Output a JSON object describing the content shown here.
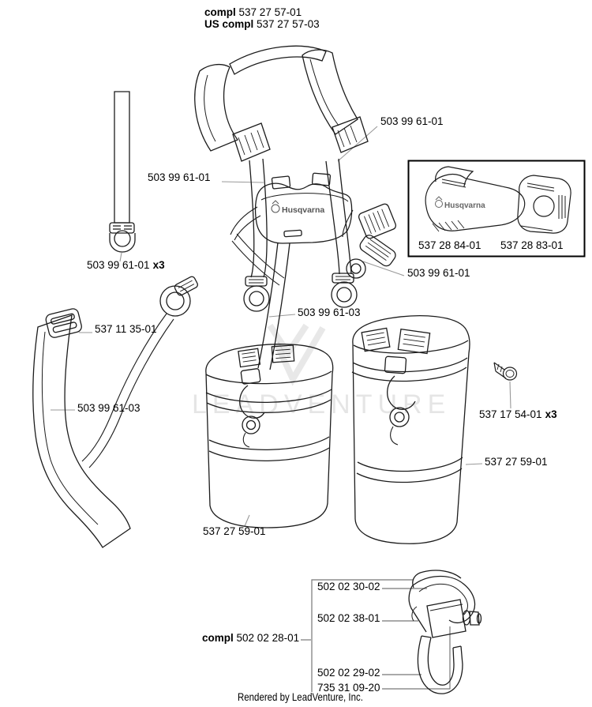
{
  "header": {
    "compl_label": "compl",
    "compl_value": "537 27 57-01",
    "us_label": "US compl",
    "us_value": "537 27 57-03"
  },
  "callouts": {
    "shoulder_right": "503 99 61-01",
    "harness_left": "503 99 61-01",
    "strap_x3": "503 99 61-01",
    "strap_x3_qty": "x3",
    "buckle": "537 11 35-01",
    "center_strap": "503 99 61-03",
    "right_clip": "503 99 61-01",
    "curved_strap": "503 99 61-03",
    "pad_left": "537 28 84-01",
    "pad_right": "537 28 83-01",
    "screw": "537 17 54-01",
    "screw_qty": "x3",
    "bag_right": "537 27 59-01",
    "bag_left": "537 27 59-01",
    "hook_top": "502 02 30-02",
    "hook_clamp": "502 02 38-01",
    "hook_compl_label": "compl",
    "hook_compl_value": "502 02 28-01",
    "hook_lower": "502 02 29-02",
    "hook_bolt": "735 31 09-20"
  },
  "artwork": {
    "plate_logo_text": "Husqvarna",
    "pad_logo_text": "Husqvarna"
  },
  "watermark": {
    "text": "LEADVENTURE"
  },
  "footer": {
    "text": "Rendered by LeadVenture, Inc."
  }
}
